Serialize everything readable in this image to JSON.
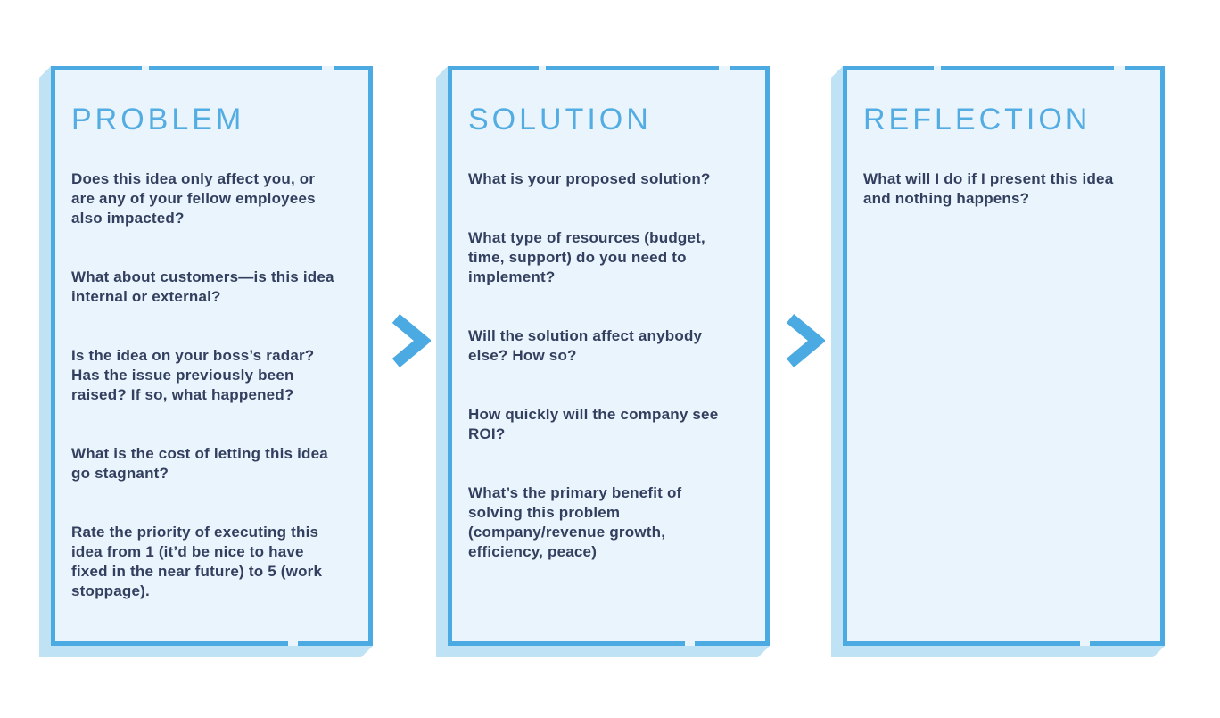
{
  "title_row": "idea worksheet flow",
  "colors": {
    "accent": "#4aaae1",
    "shadow": "#bfe3f4",
    "fill": "#e9f4fc",
    "title": "#54ade2",
    "text": "#333f5e",
    "page-bg": "#ffffff"
  },
  "arrows": [
    {
      "icon": "chevron-right-icon"
    },
    {
      "icon": "chevron-right-icon"
    }
  ],
  "panels": [
    {
      "title": "PROBLEM",
      "questions": [
        "Does this idea only affect you, or are any of your fellow employees also impacted?",
        "What about customers—is this idea internal or external?",
        "Is the idea on your boss’s radar? Has the issue previously been raised? If so, what happened?",
        "What is the cost of letting this idea go stagnant?",
        "Rate the priority of executing this idea from 1 (it’d be nice to have fixed in the near future) to 5 (work stoppage)."
      ]
    },
    {
      "title": "SOLUTION",
      "questions": [
        "What is your proposed solution?",
        "What type of resources (budget, time, support) do you need to implement?",
        "Will the solution affect anybody else? How so?",
        "How quickly will the company see ROI?",
        "What’s the primary benefit of solving this problem (company/revenue growth, efficiency, peace)"
      ]
    },
    {
      "title": "REFLECTION",
      "questions": [
        "What will I do if I present this idea and nothing happens?"
      ]
    }
  ]
}
